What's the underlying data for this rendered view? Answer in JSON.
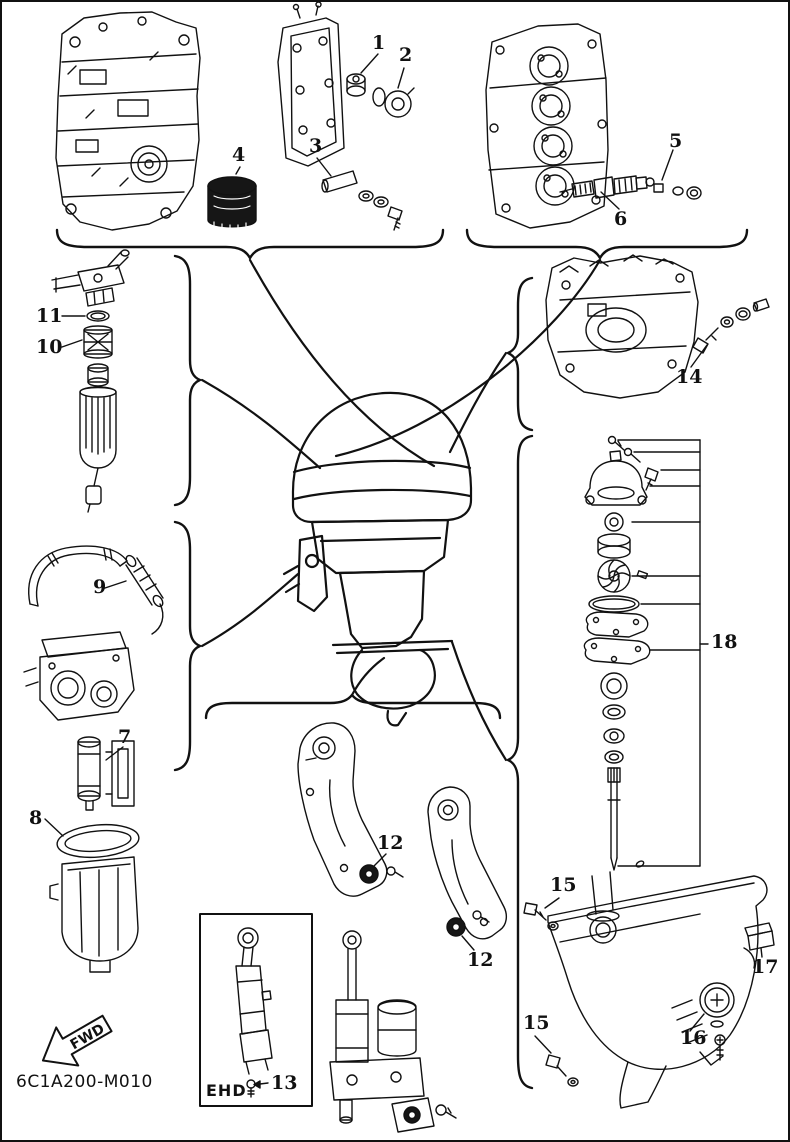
{
  "page": {
    "drawing_code": "6C1A200-M010",
    "fwd_label": "FWD",
    "ehd_label": "EHD"
  },
  "callouts": [
    {
      "label": "1"
    },
    {
      "label": "2"
    },
    {
      "label": "3"
    },
    {
      "label": "4"
    },
    {
      "label": "5"
    },
    {
      "label": "6"
    },
    {
      "label": "11"
    },
    {
      "label": "10"
    },
    {
      "label": "14"
    },
    {
      "label": "9"
    },
    {
      "label": "7"
    },
    {
      "label": "8"
    },
    {
      "label": "12"
    },
    {
      "label": "12"
    },
    {
      "label": "13"
    },
    {
      "label": "15"
    },
    {
      "label": "15"
    },
    {
      "label": "16"
    },
    {
      "label": "17"
    },
    {
      "label": "18"
    }
  ]
}
